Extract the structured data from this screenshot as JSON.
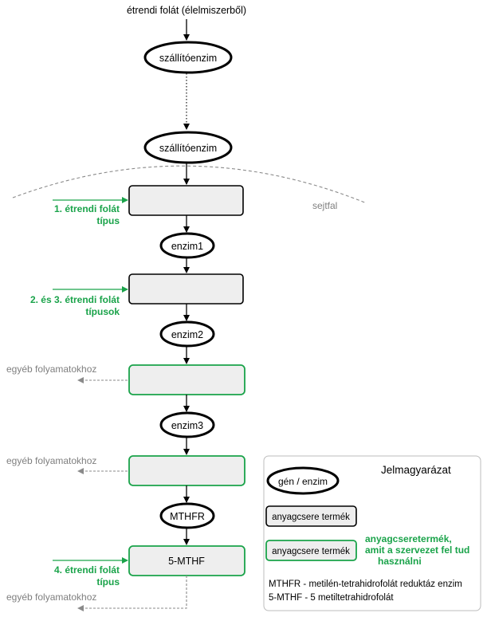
{
  "source_label": "étrendi folát (élelmiszerből)",
  "enzymes": {
    "transport_top": "szállítóenzim",
    "transport_bottom": "szállítóenzim",
    "enzim1": "enzim1",
    "enzim2": "enzim2",
    "enzim3": "enzim3",
    "mthfr": "MTHFR"
  },
  "cell_wall_label": "sejtfal",
  "products": {
    "final_label": "5-MTHF"
  },
  "inputs": {
    "type1_line1": "1. étrendi folát",
    "type1_line2": "típus",
    "type23_line1": "2. és 3. étrendi folát",
    "type23_line2": "típusok",
    "type4_line1": "4. étrendi folát",
    "type4_line2": "típus"
  },
  "outputs": {
    "other_1": "egyéb folyamatokhoz",
    "other_2": "egyéb folyamatokhoz",
    "other_3": "egyéb folyamatokhoz"
  },
  "legend": {
    "title": "Jelmagyarázat",
    "gene_enzyme": "gén / enzim",
    "metabolite": "anyagcsere termék",
    "usable_metabolite_box": "anyagcsere termék",
    "usable_line1": "anyagcseretermék,",
    "usable_line2": "amit a szervezet fel tud",
    "usable_line3": "használni",
    "abbr_mthfr": "MTHFR - metilén-tetrahidrofolát reduktáz enzim",
    "abbr_5mthf": "5-MTHF - 5 metiltetrahidrofolát"
  },
  "colors": {
    "black": "#000000",
    "green": "#1aa34a",
    "grey_text": "#7f7f7f",
    "box_fill": "#eeeeee"
  }
}
